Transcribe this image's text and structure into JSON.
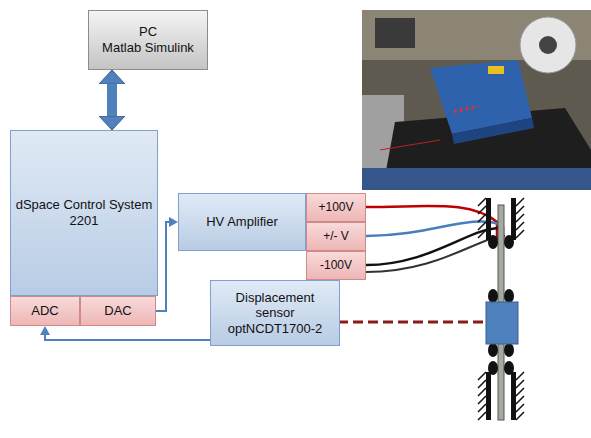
{
  "diagram": {
    "nodes": [
      {
        "text": [
          "PC",
          "Matlab Simulink"
        ]
      },
      {
        "text": [
          "dSpace Control System 2201"
        ]
      },
      {
        "text": [
          "ADC"
        ]
      },
      {
        "text": [
          "DAC"
        ]
      },
      {
        "text": [
          "HV Amplifier"
        ]
      },
      {
        "text": [
          "+100V"
        ]
      },
      {
        "text": [
          "+/- V"
        ]
      },
      {
        "text": [
          "-100V"
        ]
      },
      {
        "text": [
          "Displacement sensor optNCDT1700-2"
        ]
      }
    ],
    "edges": [
      {
        "from": 0,
        "to": 1,
        "arrow": "both"
      },
      {
        "from": 3,
        "to": 4,
        "arrow": "to"
      },
      {
        "from": 8,
        "to": 2,
        "arrow": "to"
      }
    ]
  }
}
